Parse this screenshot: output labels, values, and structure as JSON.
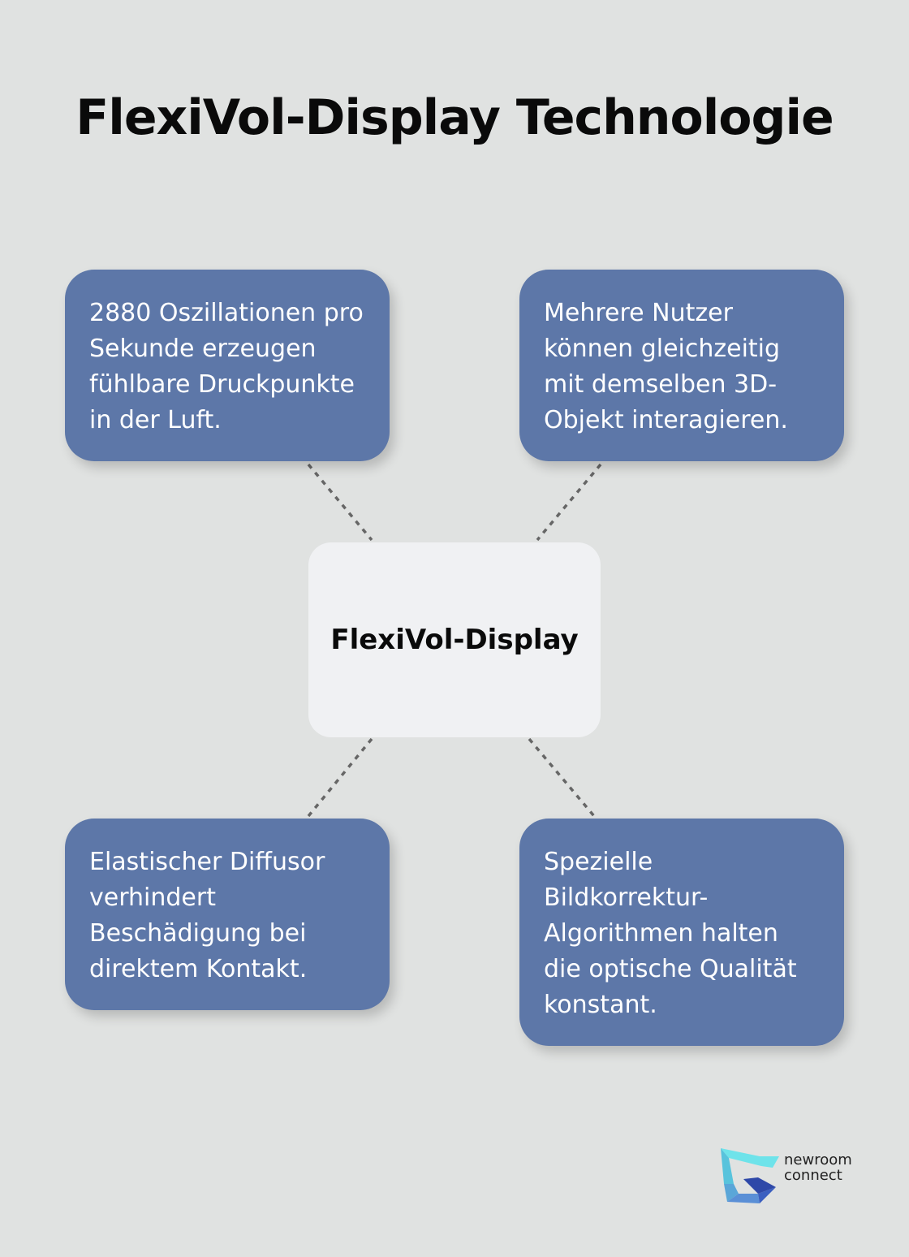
{
  "title": "FlexiVol-Display Technologie",
  "center": "FlexiVol-Display",
  "nodes": [
    "2880 Oszillationen pro Sekunde erzeugen fühlbare Druckpunkte in der Luft.",
    "Mehrere Nutzer können gleichzeitig mit demselben 3D-Objekt interagieren.",
    "Elastischer Diffusor verhindert Beschädigung bei direktem Kontakt.",
    "Spezielle Bildkorrektur-Algorithmen halten die optische Qualität konstant."
  ],
  "logo": {
    "line1": "newroom",
    "line2": "connect"
  },
  "colors": {
    "node": "#5d77a8",
    "center": "#f0f1f3",
    "background": "#e0e2e1"
  }
}
